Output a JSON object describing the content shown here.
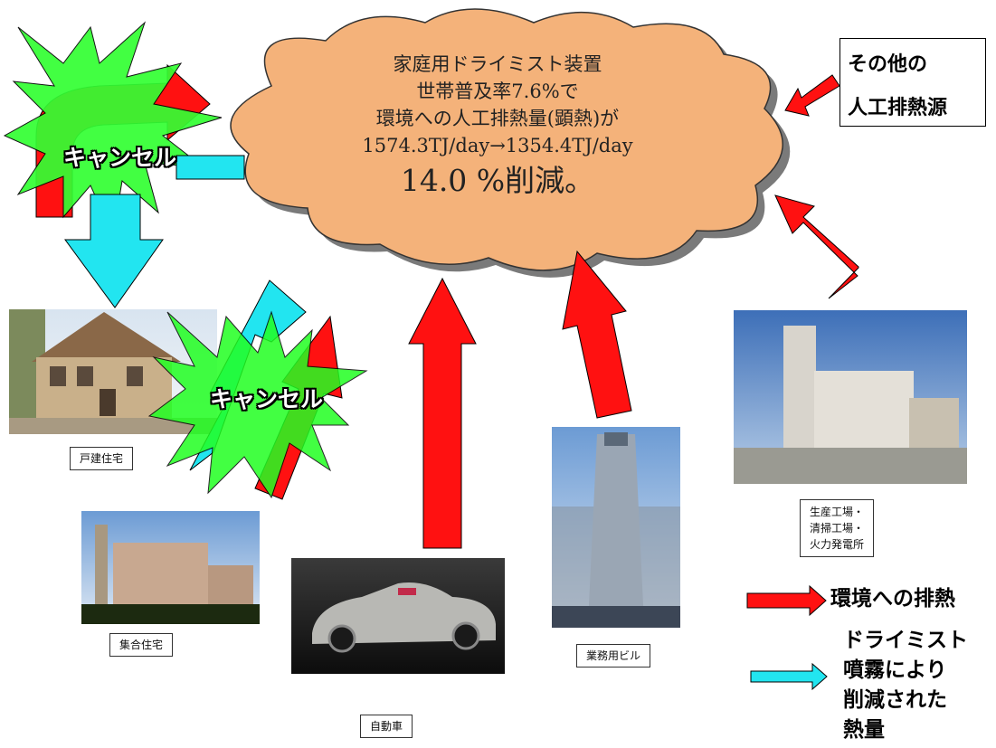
{
  "cloud": {
    "line1": "家庭用ドライミスト装置",
    "line2": "世帯普及率7.6%で",
    "line3": "環境への人工排熱量(顕熱)が",
    "line4": "1574.3TJ/day→1354.4TJ/day",
    "line5": "14.0 %削減。"
  },
  "other_source": {
    "line1": "その他の",
    "line2": "人工排熱源"
  },
  "cancel_labels": [
    "キャンセル",
    "キャンセル"
  ],
  "buildings": {
    "house": "戸建住宅",
    "apartment": "集合住宅",
    "car": "自動車",
    "office": "業務用ビル",
    "factory": [
      "生産工場・",
      "清掃工場・",
      "火力発電所"
    ]
  },
  "legend": {
    "heat": "環境への排熱",
    "mist": [
      "ドライミスト",
      "噴霧により",
      "削減された",
      "熱量"
    ]
  },
  "colors": {
    "cloud_fill": "#f4b27a",
    "heat_arrow": "#ff1111",
    "mist_arrow": "#22e5f0",
    "starburst": "#33ff33"
  }
}
